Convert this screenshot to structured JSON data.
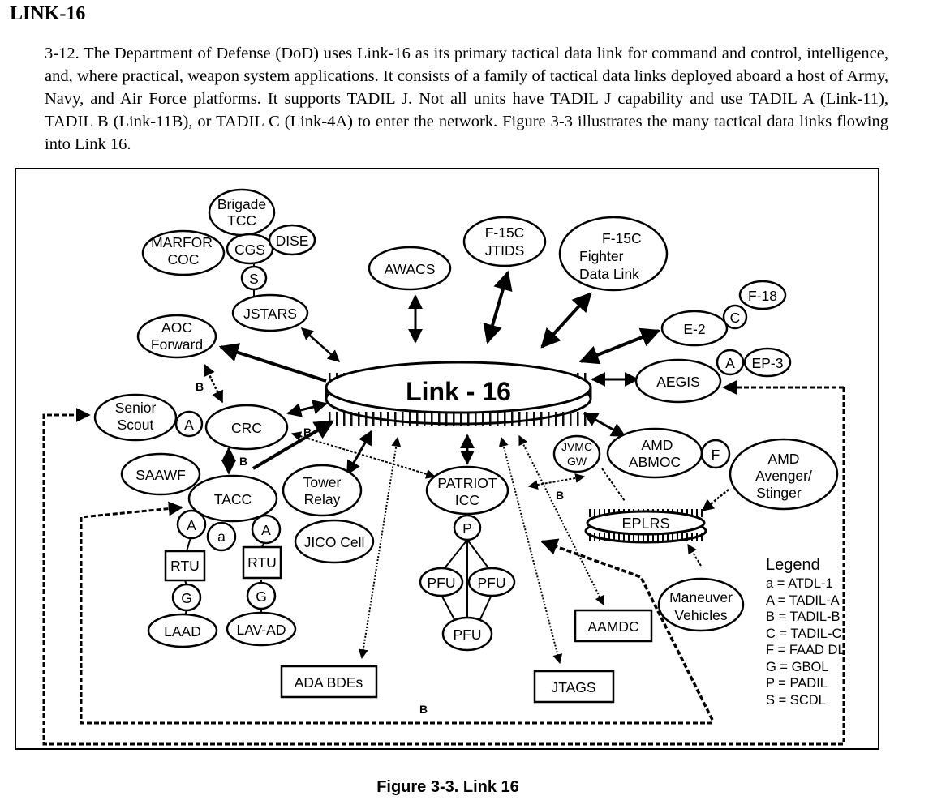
{
  "heading": "LINK-16",
  "paragraph": "3-12. The Department of Defense (DoD) uses Link-16 as its primary tactical data link for command and control, intelligence, and, where practical, weapon system applications. It consists of a family of tactical data links deployed aboard a host of Army, Navy, and Air Force platforms. It supports TADIL J. Not all units have TADIL J capability and use TADIL A (Link-11), TADIL B (Link-11B), or TADIL C (Link-4A) to enter the network. Figure 3-3 illustrates the many tactical data links flowing into Link 16.",
  "figure": {
    "hub": "Link - 16",
    "eplrs": "EPLRS",
    "nodes": {
      "brigade_tcc": [
        "Brigade",
        "TCC"
      ],
      "marfor_coc": [
        "MARFOR",
        "COC"
      ],
      "cgs": "CGS",
      "dise": "DISE",
      "s": "S",
      "jstars": "JSTARS",
      "awacs": "AWACS",
      "f15c_jtids": [
        "F-15C",
        "JTIDS"
      ],
      "f15c_fighter": [
        "F-15C",
        "Fighter",
        "Data Link"
      ],
      "f18": "F-18",
      "c": "C",
      "e2": "E-2",
      "aoc_forward": [
        "AOC",
        "Forward"
      ],
      "a_ep3": "A",
      "ep3": "EP-3",
      "aegis": "AEGIS",
      "senior_scout": [
        "Senior",
        "Scout"
      ],
      "a_scout": "A",
      "crc": "CRC",
      "jvmc_gw": [
        "JVMC",
        "GW"
      ],
      "amd_abmoc": [
        "AMD",
        "ABMOC"
      ],
      "f": "F",
      "amd_avenger": [
        "AMD",
        "Avenger/",
        "Stinger"
      ],
      "saawf": "SAAWF",
      "tacc": "TACC",
      "tower_relay": [
        "Tower",
        "Relay"
      ],
      "patriot_icc": [
        "PATRIOT",
        "ICC"
      ],
      "a_left": "A",
      "a_small": "a",
      "a_right": "A",
      "p": "P",
      "jico_cell": "JICO Cell",
      "pfu_left": "PFU",
      "pfu_right": "PFU",
      "pfu_bottom": "PFU",
      "maneuver_vehicles": [
        "Maneuver",
        "Vehicles"
      ],
      "g_left": "G",
      "g_right": "G",
      "laad": "LAAD",
      "lav_ad": "LAV-AD"
    },
    "boxes": {
      "rtu_left": "RTU",
      "rtu_right": "RTU",
      "aamdc": "AAMDC",
      "ada_bdes": "ADA BDEs",
      "jtags": "JTAGS"
    },
    "link_labels": {
      "b_aoc_crc": "B",
      "b_crc_patriot": "B",
      "b_crc_tacc": "B",
      "b_patriot_jvmc": "B",
      "b_bottom": "B"
    },
    "legend": {
      "title": "Legend",
      "items": [
        "a = ATDL-1",
        "A = TADIL-A",
        "B = TADIL-B",
        "C = TADIL-C",
        "F = FAAD DL",
        "G = GBOL",
        "P = PADIL",
        "S = SCDL"
      ]
    }
  },
  "caption": "Figure 3-3. Link 16"
}
